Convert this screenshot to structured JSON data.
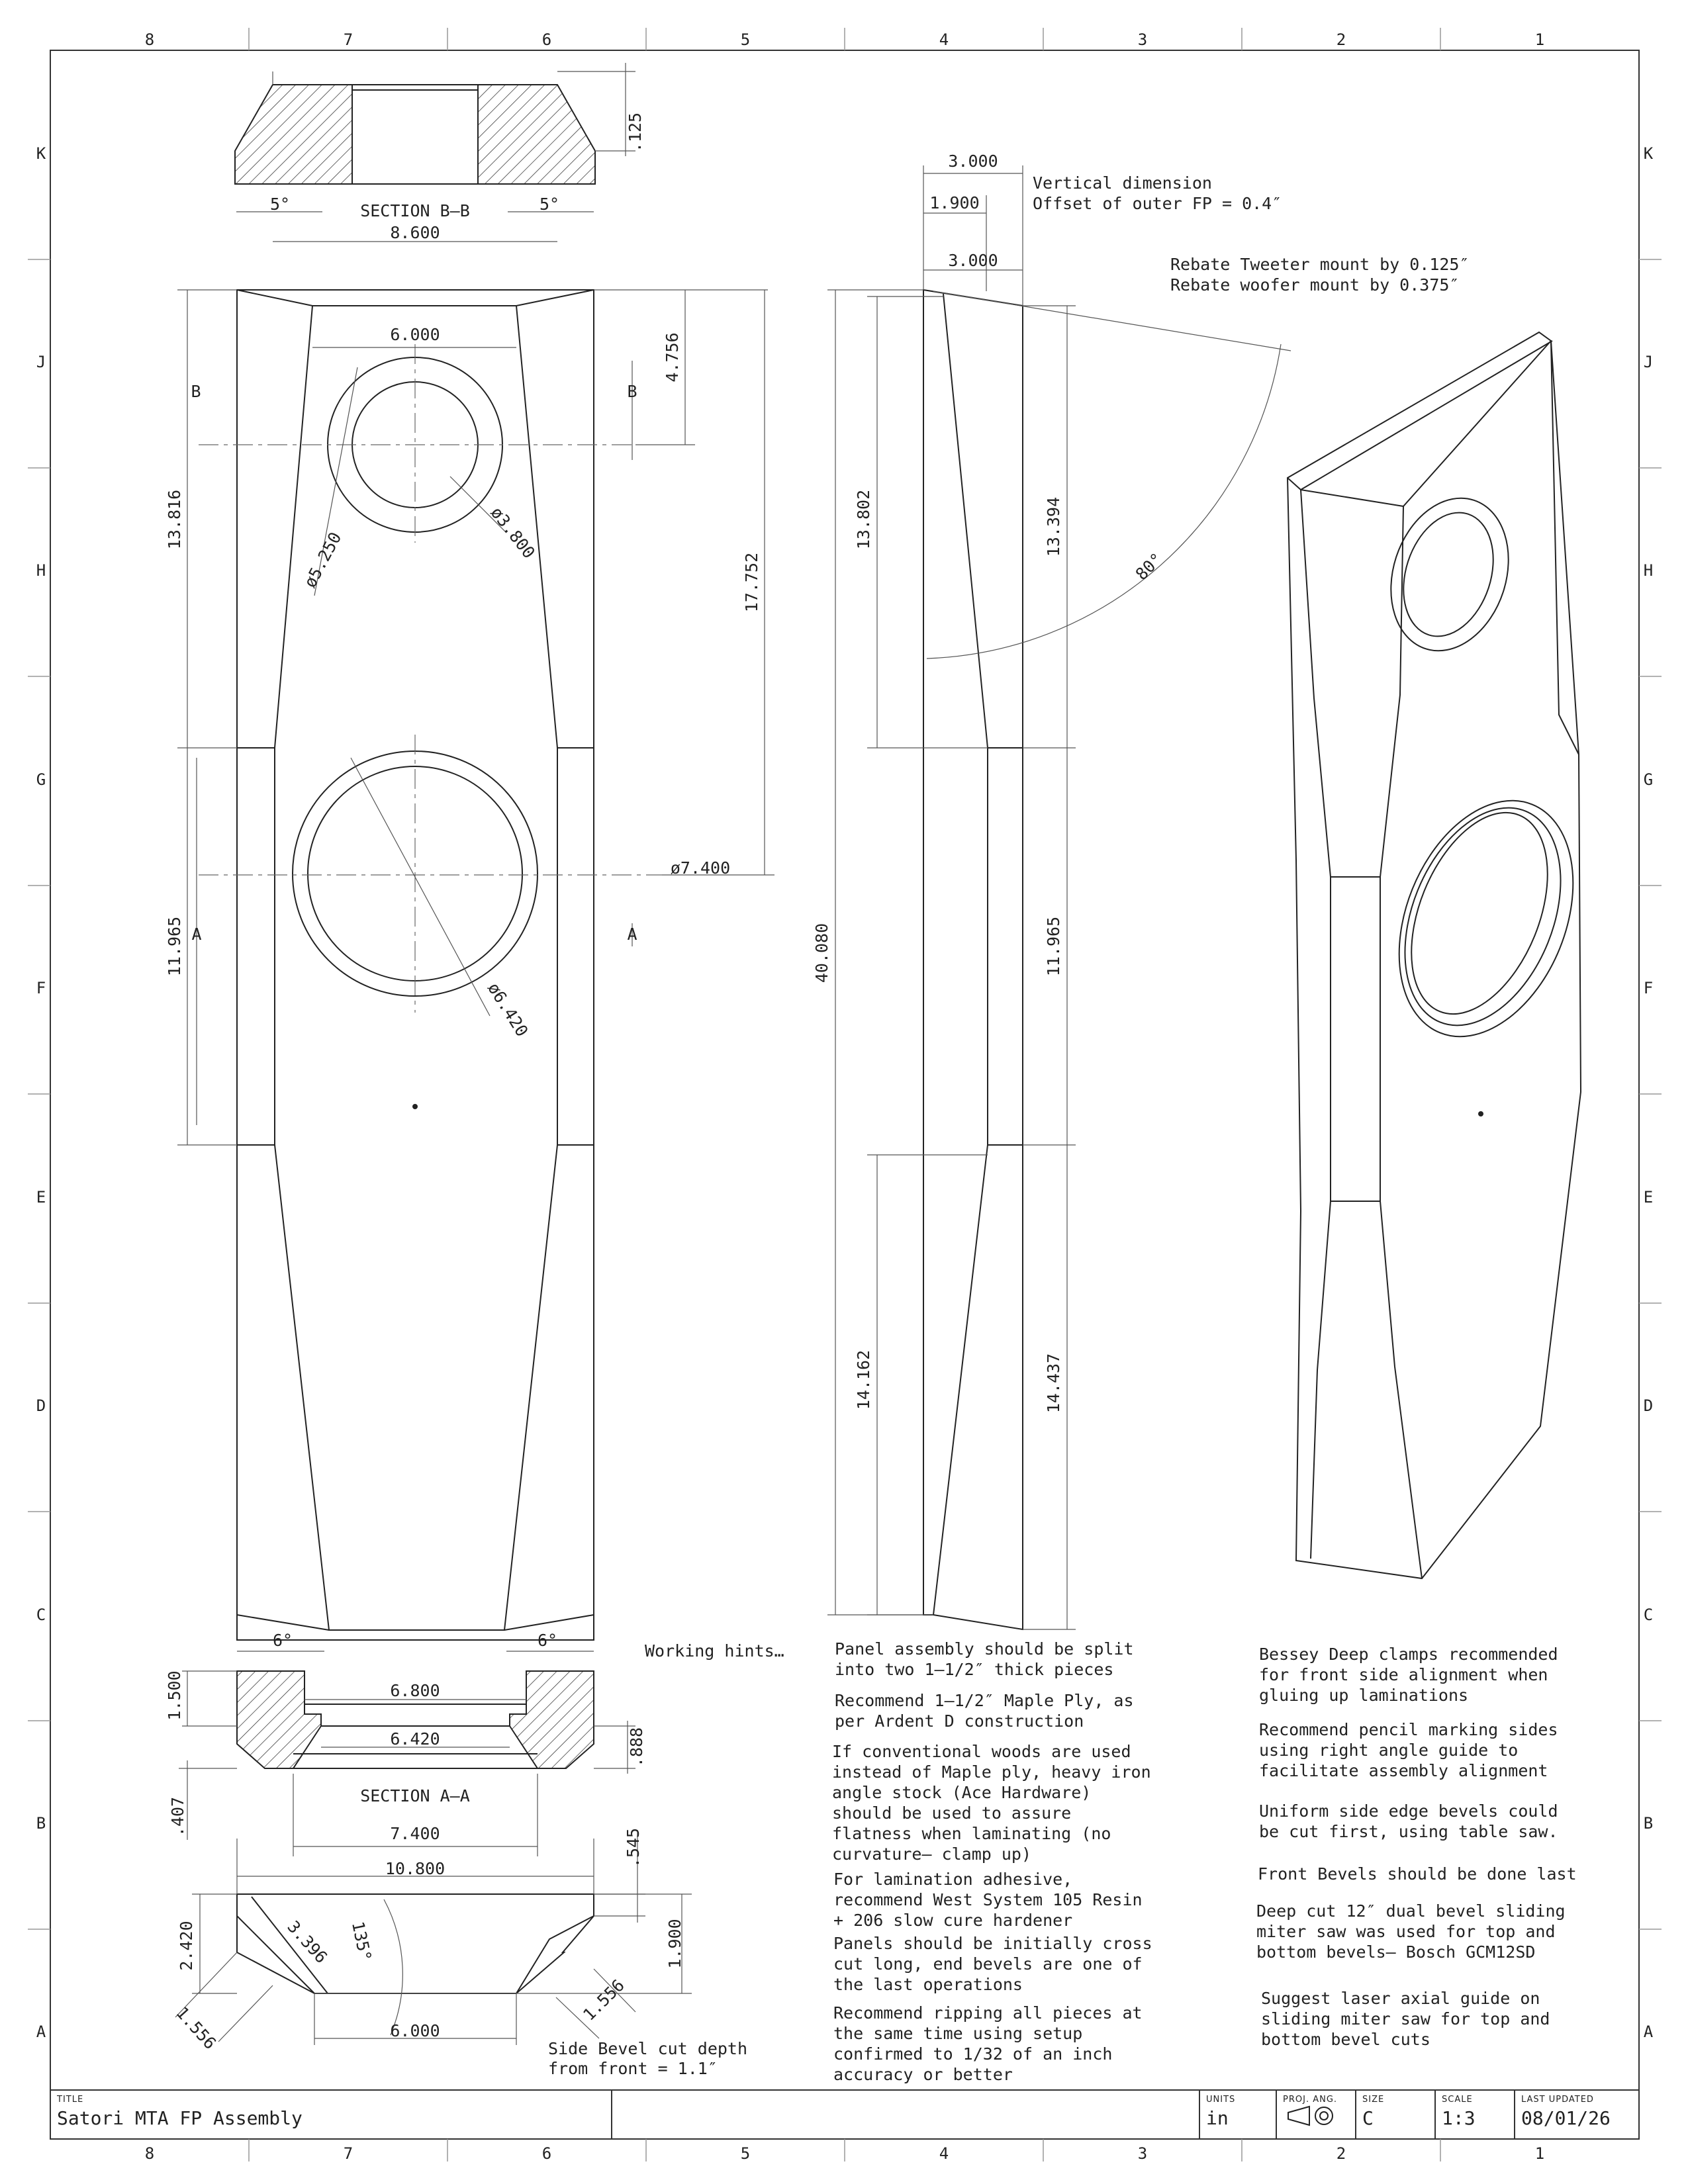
{
  "zones": {
    "columns": [
      "8",
      "7",
      "6",
      "5",
      "4",
      "3",
      "2",
      "1"
    ],
    "rows": [
      "K",
      "J",
      "H",
      "G",
      "F",
      "E",
      "D",
      "C",
      "B",
      "A"
    ]
  },
  "section_bb": {
    "title": "SECTION B–B",
    "depth": ".125",
    "angle_left": "5°",
    "angle_right": "5°",
    "width": "8.600"
  },
  "front_view": {
    "top_width": "6.000",
    "height_upper": "13.816",
    "height_lower": "11.965",
    "tweeter_offset": "4.756",
    "woofer_center": "17.752",
    "tweeter_outer": "ø5.250",
    "tweeter_inner": "ø3.800",
    "woofer_outer": "ø7.400",
    "woofer_inner": "ø6.420",
    "cut_b": "B",
    "cut_a": "A",
    "bottom_angle_left": "6°",
    "bottom_angle_right": "6°"
  },
  "section_aa": {
    "title": "SECTION A–A",
    "thickness": "1.500",
    "top_width": "6.800",
    "mid_width": "6.420",
    "bottom_width": "7.400",
    "depth": ".888",
    "offset": ".407"
  },
  "bevel_view": {
    "overall": "10.800",
    "top": ".545",
    "height": "2.420",
    "bevel_length": "3.396",
    "angle": "135°",
    "bevel_left": "1.556",
    "bevel_right": "1.556",
    "bottom_width": "6.000",
    "right_height": "1.900",
    "side_note_1": "Side Bevel cut depth",
    "side_note_2": "from front  = 1.1″"
  },
  "side_view": {
    "depth_top": "3.000",
    "offset": "1.900",
    "depth_bottom": "3.000",
    "vertical_note_1": "Vertical dimension",
    "vertical_note_2": "Offset of outer FP = 0.4″",
    "rebate_1": "Rebate Tweeter mount by 0.125″",
    "rebate_2": "Rebate woofer mount by 0.375″",
    "h_left_upper": "13.802",
    "h_right_upper": "13.394",
    "total": "40.080",
    "h_mid": "11.965",
    "h_left_lower": "14.162",
    "h_right_lower": "14.437",
    "angle": "80°"
  },
  "notes": {
    "heading": "Working hints…",
    "col1": [
      [
        "Panel assembly should be split",
        "into two 1–1/2″ thick pieces"
      ],
      [
        "Recommend 1–1/2″ Maple Ply, as",
        "per Ardent D construction"
      ],
      [
        "If conventional woods are used",
        "instead of Maple ply, heavy iron",
        "angle stock (Ace Hardware)",
        "should be used to assure",
        "flatness when laminating (no",
        "curvature– clamp up)"
      ],
      [
        "For lamination adhesive,",
        "recommend West System 105 Resin",
        "+ 206 slow cure hardener"
      ],
      [
        "Panels should be initially cross",
        "cut long, end bevels are one of",
        "the last operations"
      ],
      [
        "Recommend ripping all pieces at",
        "the same time using setup",
        "confirmed to 1/32 of an inch",
        "accuracy or better"
      ]
    ],
    "col2": [
      [
        "Bessey Deep clamps recommended",
        "for front side alignment when",
        "gluing up laminations"
      ],
      [
        "Recommend pencil marking sides",
        "using right angle guide to",
        "facilitate assembly alignment"
      ],
      [
        "Uniform side edge bevels could",
        "be cut first, using table saw."
      ],
      [
        "Front Bevels should be done last"
      ],
      [
        "Deep cut 12″ dual bevel sliding",
        "miter saw was used for top and",
        "bottom bevels– Bosch GCM12SD"
      ],
      [
        "Suggest laser axial guide on",
        "sliding miter saw for top and",
        "bottom bevel cuts"
      ]
    ]
  },
  "title_block": {
    "title_label": "TITLE",
    "title": "Satori MTA FP Assembly",
    "units_label": "UNITS",
    "units": "in",
    "proj_label": "PROJ. ANG.",
    "size_label": "SIZE",
    "size": "C",
    "scale_label": "SCALE",
    "scale": "1:3",
    "updated_label": "LAST UPDATED",
    "updated": "08/01/26"
  }
}
